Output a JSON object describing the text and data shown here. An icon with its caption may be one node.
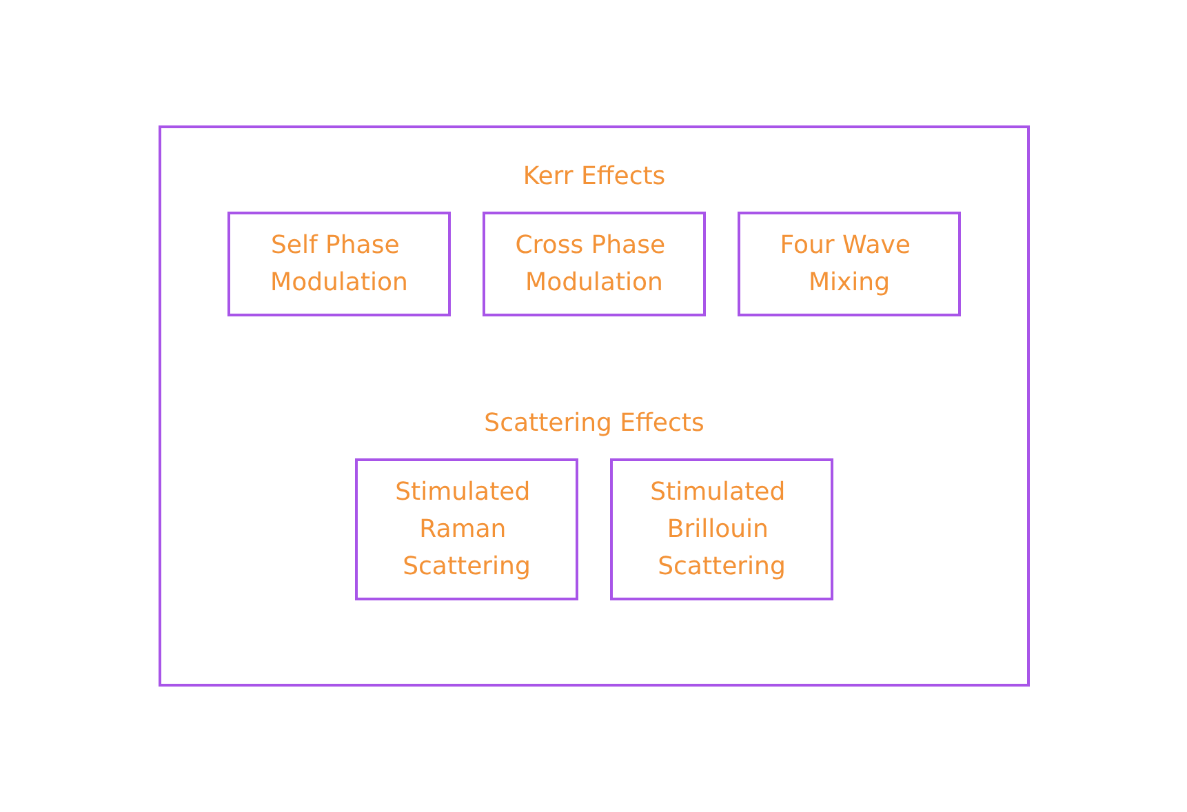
{
  "diagram": {
    "nodes": [
      {
        "text": [
          "Kerr Effects",
          "Scattering Effects"
        ]
      },
      {
        "text": [
          "Self Phase Modulation"
        ],
        "in": 0
      },
      {
        "text": [
          "Cross Phase Modulation"
        ],
        "in": 0
      },
      {
        "text": [
          "Four Wave Mixing"
        ],
        "in": 0
      },
      {
        "text": [
          "Stimulated Raman Scattering"
        ],
        "in": 0
      },
      {
        "text": [
          "Stimulated Brillouin Scattering"
        ],
        "in": 0
      }
    ],
    "edges": []
  }
}
